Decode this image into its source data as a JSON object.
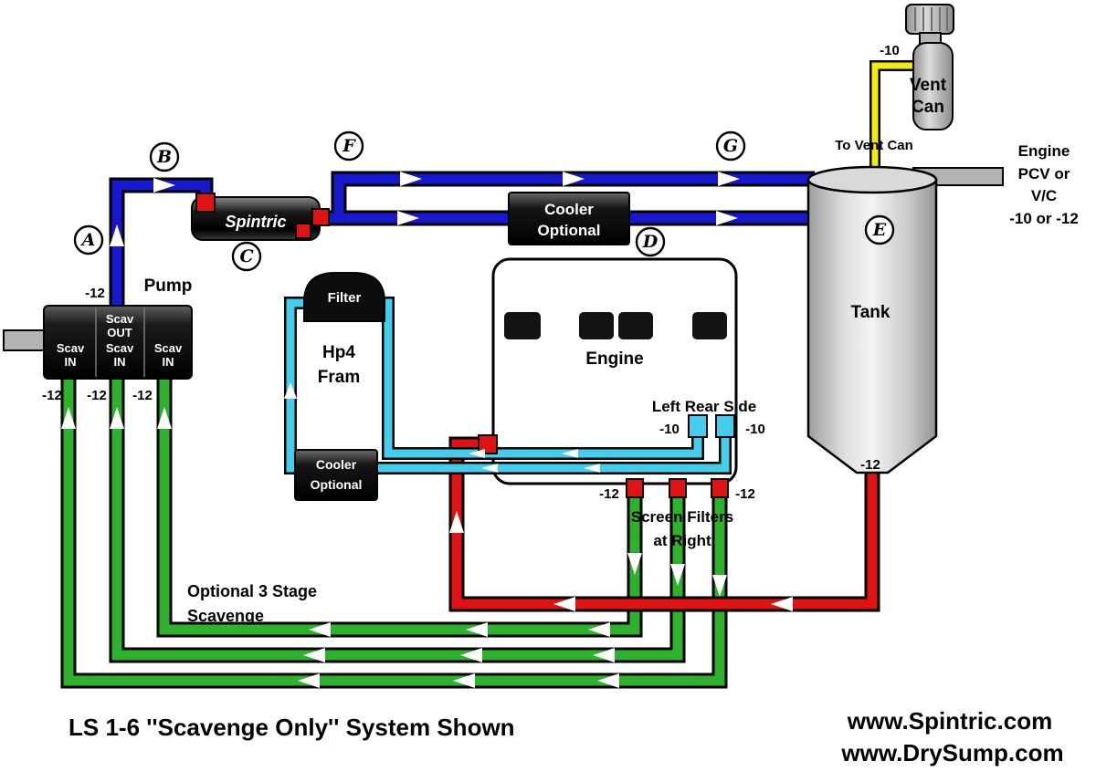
{
  "diagram": {
    "title": "LS 1-6 ''Scavenge Only'' System Shown",
    "footer": {
      "line1": "www.Spintric.com",
      "line2": "www.DrySump.com"
    },
    "note_3stage": {
      "line1": "Optional 3 Stage",
      "line2": "Scavenge"
    }
  },
  "colors": {
    "blue": "#1818cf",
    "green": "#2eb22e",
    "red": "#e01313",
    "cyan": "#45cdec",
    "yellow": "#f3eb0e"
  },
  "markers": {
    "a": "A",
    "b": "B",
    "c": "C",
    "d": "D",
    "e": "E",
    "f": "F",
    "g": "G"
  },
  "pump": {
    "label": "Pump",
    "outlet_size": "-12",
    "section_left": {
      "line1": "Scav",
      "line2": "IN"
    },
    "section_mid": {
      "line1": "Scav",
      "line2": "OUT",
      "line3": "Scav",
      "line4": "IN"
    },
    "section_right": {
      "line1": "Scav",
      "line2": "IN"
    },
    "inlet_sizes": {
      "s1": "-12",
      "s2": "-12",
      "s3": "-12"
    }
  },
  "spintric": {
    "label": "Spintric"
  },
  "cooler_main": {
    "line1": "Cooler",
    "line2": "Optional"
  },
  "cooler_aux": {
    "line1": "Cooler",
    "line2": "Optional"
  },
  "filter": {
    "label": "Filter",
    "line1": "Hp4",
    "line2": "Fram"
  },
  "engine": {
    "label": "Engine",
    "left_rear_label": "Left Rear Side",
    "rear_left_size": "-10",
    "rear_right_size": "-10",
    "pan_left_size": "-12",
    "pan_right_size": "-12",
    "screen_note": {
      "line1": "Screen Filters",
      "line2": "at Right"
    }
  },
  "tank": {
    "label": "Tank",
    "bottom_size": "-12"
  },
  "vent": {
    "line1": "Vent",
    "line2": "Can",
    "pipe_size": "-10",
    "note": "To Vent Can"
  },
  "pcv": {
    "line1": "Engine",
    "line2": "PCV or",
    "line3": "V/C",
    "line4": "-10 or -12"
  }
}
